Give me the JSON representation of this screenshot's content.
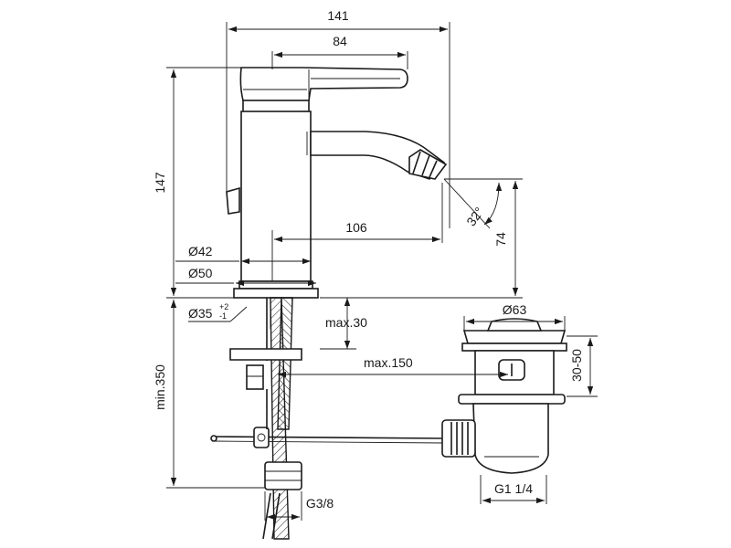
{
  "dimensions": {
    "overall_width": "141",
    "lever_length": "84",
    "height": "147",
    "spout_reach": "106",
    "spout_height": "74",
    "spout_angle": "32°",
    "body_dia_42": "Ø42",
    "base_dia_50": "Ø50",
    "hole_dia": "Ø35",
    "hole_tol_plus": "+2",
    "hole_tol_minus": "-1",
    "max_30": "max.30",
    "max_150": "max.150",
    "min_350": "min.350",
    "waste_dia": "Ø63",
    "waste_range": "30-50",
    "waste_thread": "G1 1/4",
    "hose_thread": "G3/8"
  }
}
